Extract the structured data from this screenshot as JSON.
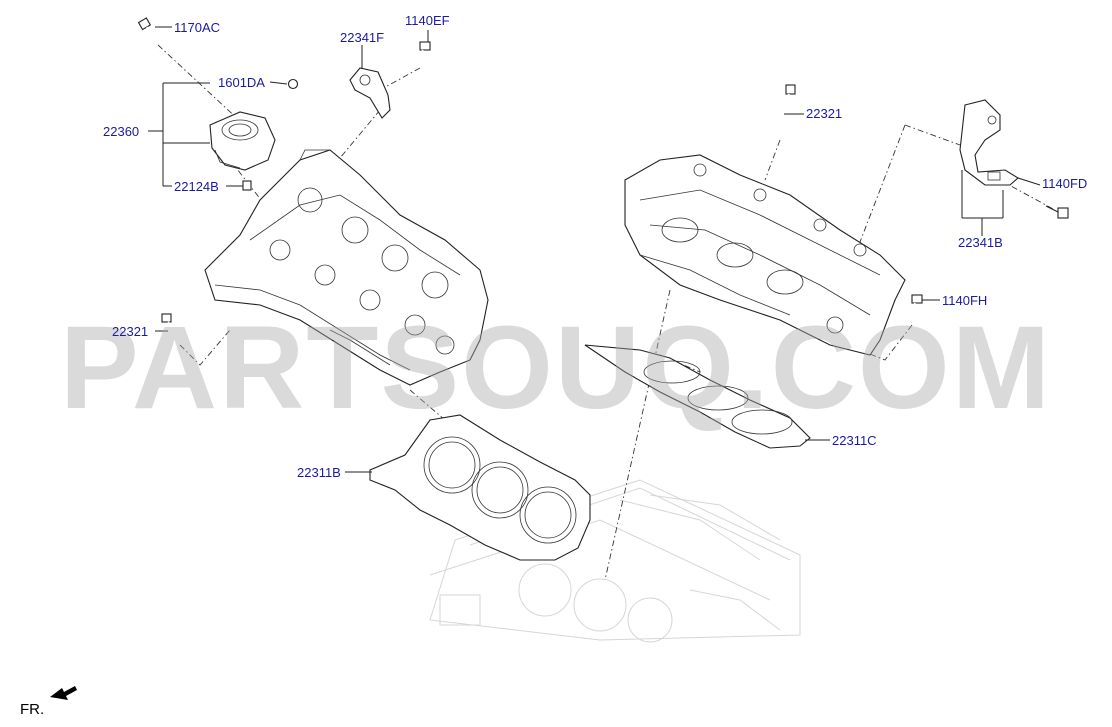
{
  "labels": {
    "l_1170AC": "1170AC",
    "l_1601DA": "1601DA",
    "l_22360": "22360",
    "l_22124B": "22124B",
    "l_22341F": "22341F",
    "l_1140EF": "1140EF",
    "l_22321_right": "22321",
    "l_1140FD": "1140FD",
    "l_22341B": "22341B",
    "l_1140FH": "1140FH",
    "l_22321_left": "22321",
    "l_22311C": "22311C",
    "l_22311B": "22311B"
  },
  "watermark": "PARTSOUQ.COM",
  "front_indicator": "FR.",
  "colors": {
    "label": "#1a1aa6",
    "line": "#222222",
    "watermark": "#a9a9a9",
    "ghost": "#d6d6d6"
  }
}
